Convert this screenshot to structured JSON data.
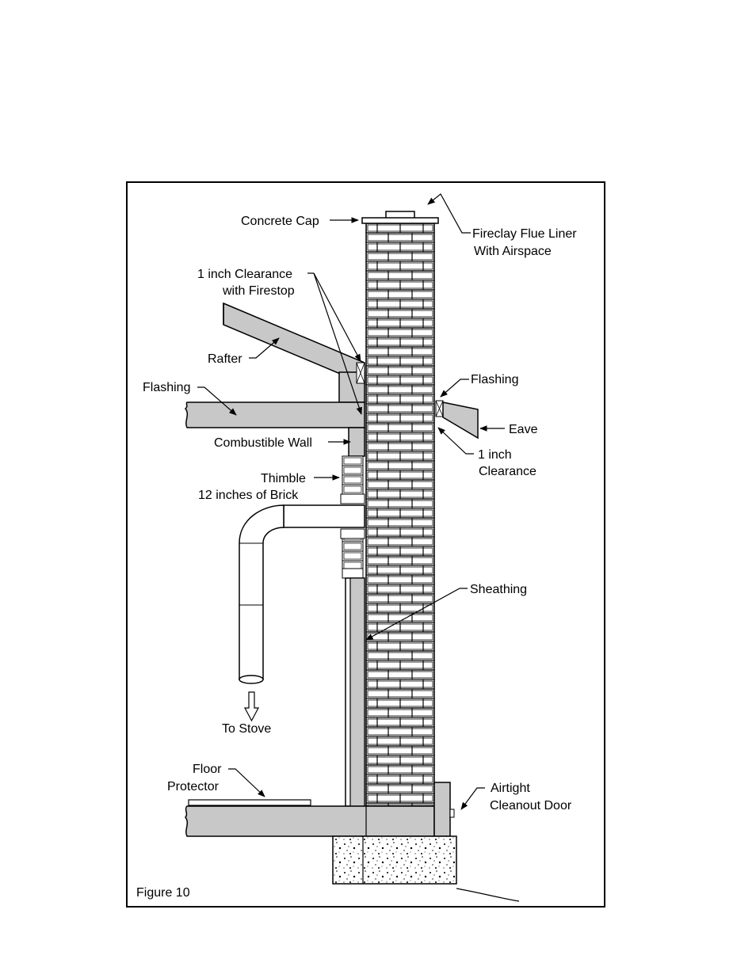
{
  "labels": {
    "concrete_cap": "Concrete Cap",
    "fireclay_line1": "Fireclay Flue Liner",
    "fireclay_line2": "With Airspace",
    "clearance_firestop_line1": "1 inch Clearance",
    "clearance_firestop_line2": "with Firestop",
    "rafter": "Rafter",
    "flashing_left": "Flashing",
    "flashing_right": "Flashing",
    "eave": "Eave",
    "clearance_line1": "1 inch",
    "clearance_line2": "Clearance",
    "combustible_wall": "Combustible Wall",
    "thimble": "Thimble",
    "brick_12": "12 inches of Brick",
    "sheathing": "Sheathing",
    "to_stove": "To Stove",
    "floor_protector_line1": "Floor",
    "floor_protector_line2": "Protector",
    "cleanout_line1": "Airtight",
    "cleanout_line2": "Cleanout Door",
    "figure": "Figure 10"
  },
  "colors": {
    "line": "#000000",
    "wood_fill": "#c8c8c8",
    "brick_fill": "#ffffff",
    "background": "#ffffff"
  }
}
